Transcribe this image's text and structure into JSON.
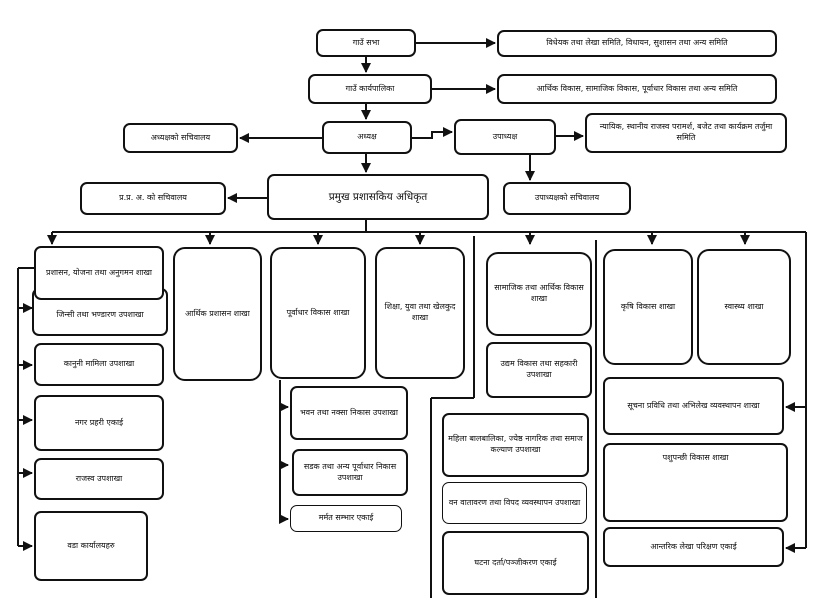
{
  "chart": {
    "gaun_sabha": "गाउँ सभा",
    "sabha_samiti": "विधेयक तथा लेखा समिति, विधायन, सुशासन तथा अन्य समिति",
    "karyapalika": "गाउँ कार्यपालिका",
    "karyapalika_samiti": "आर्थिक विकास, सामाजिक विकास, पूर्वाधार विकास तथा अन्य समिति",
    "adhyaksha_sachivalaya": "अध्यक्षको सचिवालय",
    "adhyaksha": "अध्यक्ष",
    "upadhyaksha": "उपाध्यक्ष",
    "upadhyaksha_samiti": "न्यायिक, स्थानीय राजस्व परामर्श, बजेट तथा कार्यक्रम तर्जुमा समिति",
    "pramukh": "प्रमुख प्रशासकिय अधिकृत",
    "pramukh_sachivalaya": "प्र.प्र. अ. को सचिवालय",
    "upadhyaksha_sachivalaya": "उपाध्यक्षको सचिवालय",
    "shakha_prashasan": "प्रशासन, योजना तथा अनुगमन शाखा",
    "up_jinsi": "जिन्सी तथा भण्डारण उपशाखा",
    "up_kanuni": "कानुनी मामिला उपशाखा",
    "up_nagar": "नगर प्रहरी एकाई",
    "up_rajaswa": "राजस्व उपशाखा",
    "up_wada": "वडा कार्यालयहरु",
    "shakha_arthik": "आर्थिक प्रशासन शाखा",
    "shakha_purbadhar": "पूर्वाधार विकास शाखा",
    "up_bhawan": "भवन तथा नक्सा निकास उपशाखा",
    "up_sadak": "सडक तथा अन्य पूर्वाधार निकास उपशाखा",
    "up_marmat": "मर्मत सम्भार एकाई",
    "shakha_shiksha": "शिक्षा, युवा तथा खेलकुद शाखा",
    "shakha_samajik": "सामाजिक तथा आर्थिक विकास शाखा",
    "up_udyam": "उद्यम विकास तथा सहकारी उपशाखा",
    "up_mahila": "महिला बालबालिका, ज्येष्ठ नागरिक तथा समाज कल्याण उपशाखा",
    "up_batabaran": "वन वातावरण तथा विपद व्यवस्थापन उपशाखा",
    "up_ghatana": "घटना दर्ता/पञ्जीकरण एकाई",
    "shakha_krishi": "कृषि विकास शाखा",
    "shakha_swasthya": "स्वास्थ्य शाखा",
    "up_suchana": "सूचना प्रविधि तथा अभिलेख व्यवस्थापन शाखा",
    "up_pashu": "पशुपन्छी विकास शाखा",
    "up_lekha": "आन्तरिक लेखा परिक्षण एकाई"
  }
}
